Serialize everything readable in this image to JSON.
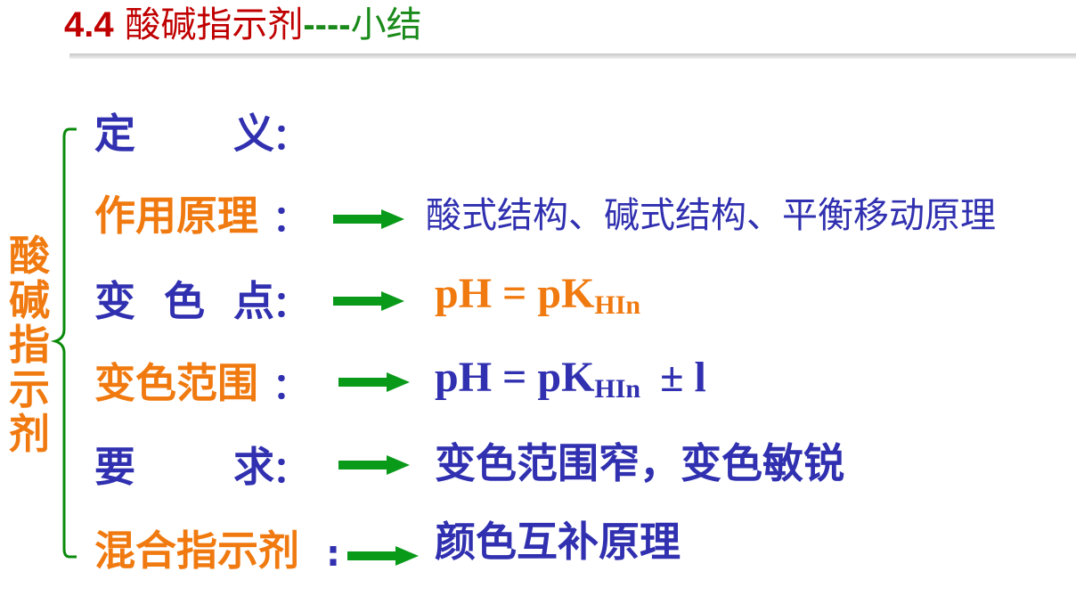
{
  "title": {
    "number": "4.4",
    "main": "酸碱指示剂",
    "dash": "----",
    "sub": "小结"
  },
  "vertical_label": "酸碱指示剂",
  "rows": [
    {
      "label_a": "定",
      "label_b": "义",
      "colon": "：",
      "content": ""
    },
    {
      "label": "作用原理",
      "colon": "：",
      "content": "酸式结构、碱式结构、平衡移动原理"
    },
    {
      "label_a": "变",
      "label_b": "色",
      "label_c": "点",
      "colon": "：",
      "formula": {
        "lhs": "pH",
        "eq": "=",
        "pk": "pK",
        "sub": "HIn",
        "tail": ""
      }
    },
    {
      "label": "变色范围",
      "colon": "：",
      "formula": {
        "lhs": "pH",
        "eq": "=",
        "pk": "pK",
        "sub": "HIn",
        "tail": "± l"
      }
    },
    {
      "label_a": "要",
      "label_b": "求",
      "colon": "：",
      "content": "变色范围窄，变色敏锐"
    },
    {
      "label": "混合指示剂",
      "colon": ":",
      "content": "颜色互补原理"
    }
  ],
  "colors": {
    "title_red": "#c00000",
    "title_green": "#1a8a1a",
    "orange": "#f07a10",
    "blue": "#3030b0",
    "arrow_green": "#0a9a1a",
    "brace_green": "#0a8a0a"
  }
}
